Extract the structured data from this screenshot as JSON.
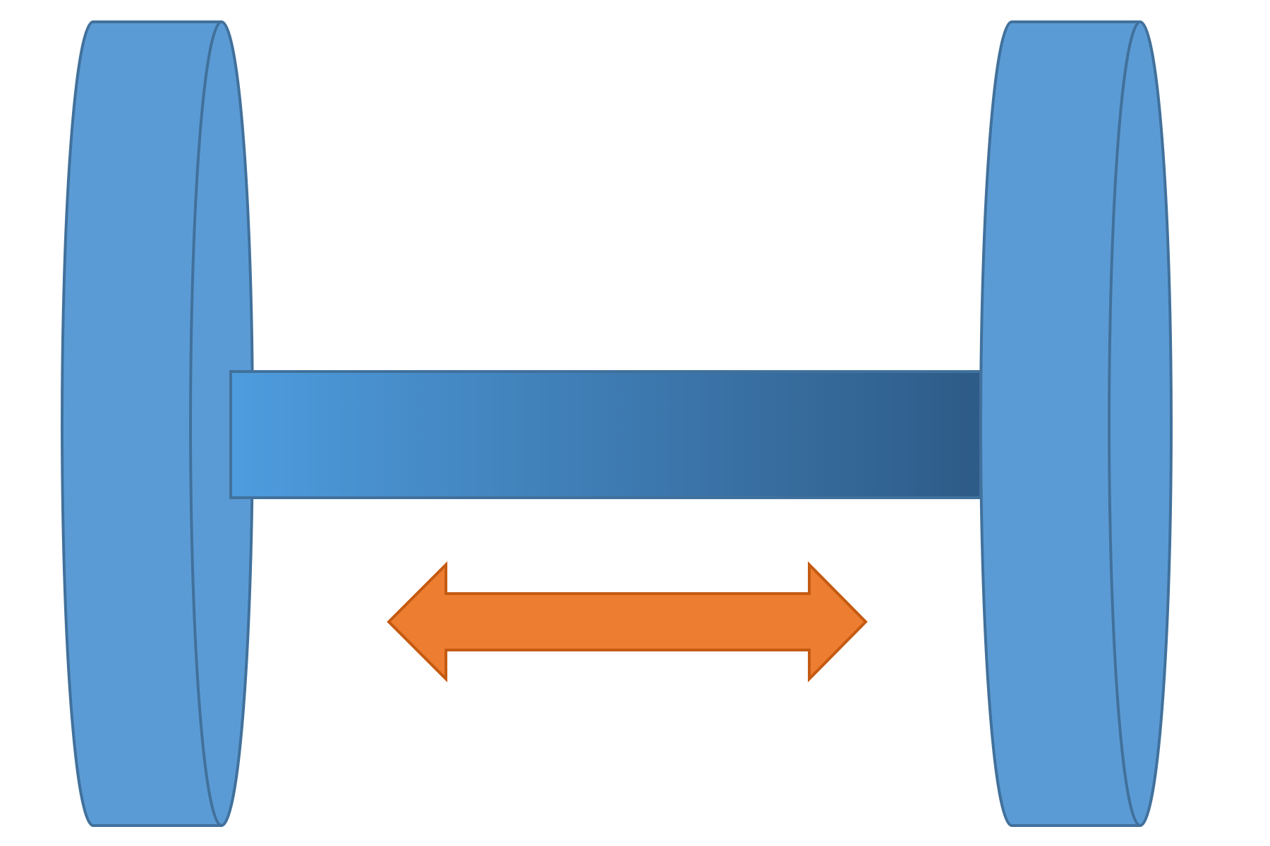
{
  "diagram": {
    "colors": {
      "background": "#ffffff",
      "wheel_fill": "#5B9BD5",
      "wheel_stroke": "#41719C",
      "axle_gradient_start": "#4E9CDE",
      "axle_gradient_end": "#2E5B87",
      "arrow_fill": "#ED7D31",
      "arrow_stroke": "#C55A11"
    },
    "components": [
      "left-wheel",
      "axle",
      "right-wheel",
      "double-arrow"
    ]
  }
}
